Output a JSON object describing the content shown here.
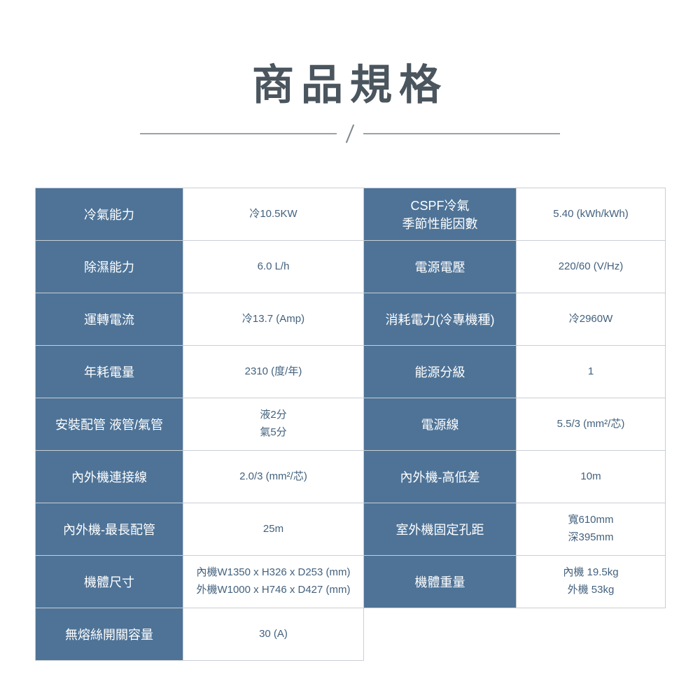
{
  "title": "商品規格",
  "colors": {
    "label_bg": "#4E7397",
    "label_text": "#FFFFFF",
    "value_text": "#43617D",
    "border": "#C9CED3",
    "title_text": "#4A555E"
  },
  "table": {
    "rows": [
      {
        "left_label": "冷氣能力",
        "left_value": "冷10.5KW",
        "right_label": "CSPF冷氣\n季節性能因數",
        "right_value": "5.40 (kWh/kWh)"
      },
      {
        "left_label": "除濕能力",
        "left_value": "6.0 L/h",
        "right_label": "電源電壓",
        "right_value": "220/60 (V/Hz)"
      },
      {
        "left_label": "運轉電流",
        "left_value": "冷13.7 (Amp)",
        "right_label": "消耗電力(冷專機種)",
        "right_value": "冷2960W"
      },
      {
        "left_label": "年耗電量",
        "left_value": "2310 (度/年)",
        "right_label": "能源分級",
        "right_value": "1"
      },
      {
        "left_label": "安裝配管 液管/氣管",
        "left_value": "液2分\n氣5分",
        "right_label": "電源線",
        "right_value": "5.5/3 (mm²/芯)"
      },
      {
        "left_label": "內外機連接線",
        "left_value": "2.0/3 (mm²/芯)",
        "right_label": "內外機-高低差",
        "right_value": "10m"
      },
      {
        "left_label": "內外機-最長配管",
        "left_value": "25m",
        "right_label": "室外機固定孔距",
        "right_value": "寬610mm\n深395mm"
      },
      {
        "left_label": "機體尺寸",
        "left_value": "內機W1350 x H326 x D253 (mm)\n外機W1000 x H746 x D427 (mm)",
        "right_label": "機體重量",
        "right_value": "內機 19.5kg\n外機 53kg"
      },
      {
        "left_label": "無熔絲開關容量",
        "left_value": "30 (A)"
      }
    ]
  }
}
